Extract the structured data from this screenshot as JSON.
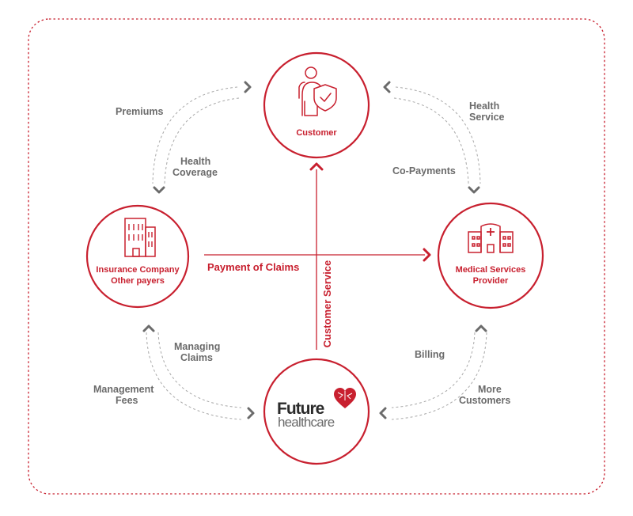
{
  "colors": {
    "accent": "#c8202f",
    "grey_text": "#6b6b6b",
    "grey_arrow": "#6b6b6b",
    "dashed_arc": "#a8a8a8",
    "frame": "#c8202f"
  },
  "nodes": {
    "customer": {
      "label": "Customer",
      "icon": "person-shield-icon"
    },
    "insurance": {
      "line1": "Insurance Company",
      "line2": "Other payers",
      "icon": "office-building-icon"
    },
    "provider": {
      "line1": "Medical Services",
      "line2": "Provider",
      "icon": "hospital-icon"
    },
    "future": {
      "logo_line1": "Future",
      "logo_line2": "healthcare",
      "icon": "heart-logo-icon"
    }
  },
  "flows": {
    "premiums": "Premiums",
    "health_coverage": [
      "Health",
      "Coverage"
    ],
    "health_service": [
      "Health",
      "Service"
    ],
    "co_payments": "Co-Payments",
    "payment_of_claims": "Payment of Claims",
    "customer_service": "Customer Service",
    "managing_claims": [
      "Managing",
      "Claims"
    ],
    "management_fees": [
      "Management",
      "Fees"
    ],
    "billing": "Billing",
    "more_customers": [
      "More",
      "Customers"
    ]
  }
}
